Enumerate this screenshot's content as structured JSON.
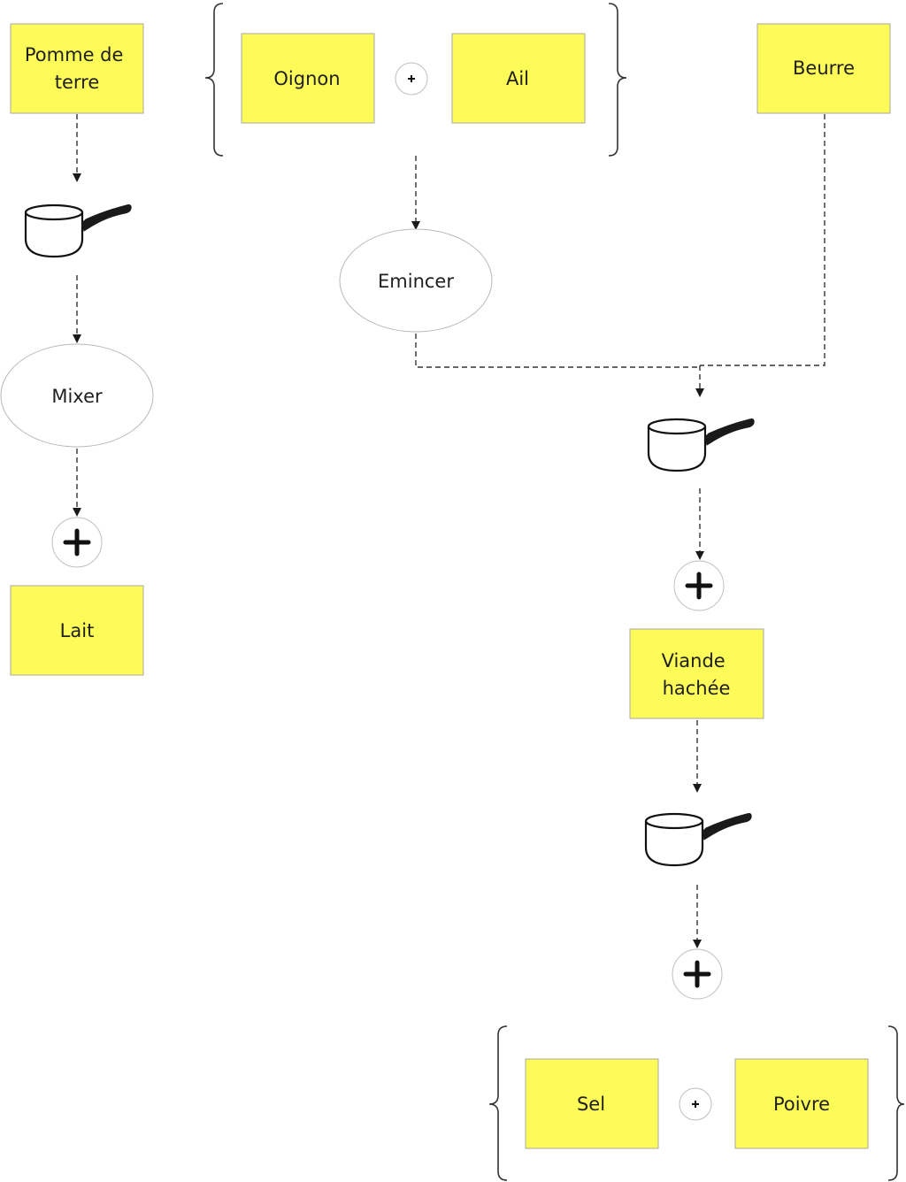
{
  "colors": {
    "note_fill": "#fdfb57",
    "ellipse_fill": "#ffffff",
    "ellipse_stroke": "#b8b8b8",
    "connector": "#333333"
  },
  "nodes": {
    "pomme_de_terre": {
      "lines": [
        "Pomme de",
        "terre"
      ]
    },
    "oignon": {
      "lines": [
        "Oignon"
      ]
    },
    "ail": {
      "lines": [
        "Ail"
      ]
    },
    "beurre": {
      "lines": [
        "Beurre"
      ]
    },
    "lait": {
      "lines": [
        "Lait"
      ]
    },
    "viande_hachee": {
      "lines": [
        "Viande",
        "hachée"
      ]
    },
    "sel": {
      "lines": [
        "Sel"
      ]
    },
    "poivre": {
      "lines": [
        "Poivre"
      ]
    }
  },
  "actions": {
    "mixer": "Mixer",
    "emincer": "Emincer"
  },
  "icons": {
    "pot": "saucepan-icon",
    "plus": "plus-icon"
  }
}
